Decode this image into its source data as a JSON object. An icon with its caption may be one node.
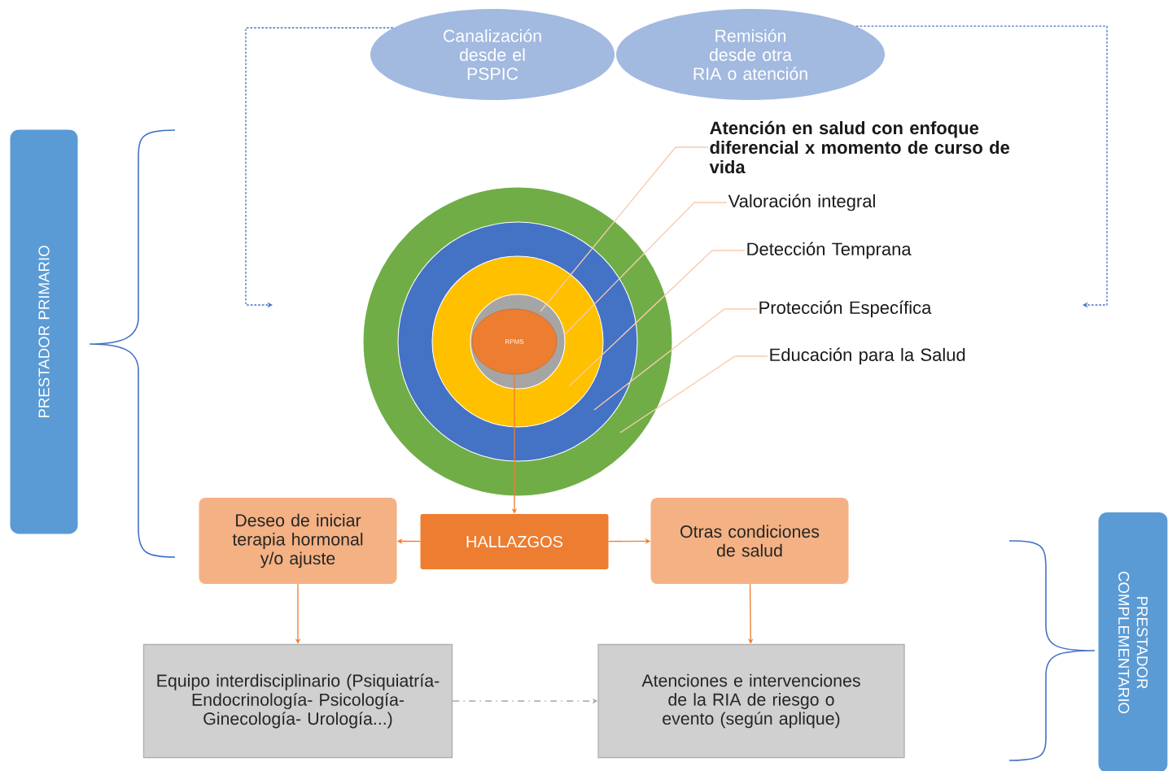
{
  "diagram": {
    "nodes": [
      {
        "text": [
          "Canalización desde el PSPIC"
        ]
      },
      {
        "text": [
          "Remisión desde otra RIA o atención"
        ]
      },
      {
        "text": [],
        "shape": "circle"
      },
      {
        "text": [],
        "shape": "circle",
        "in": 2
      },
      {
        "text": [],
        "shape": "circle",
        "in": 3
      },
      {
        "text": [],
        "shape": "circle",
        "in": 4
      },
      {
        "text": [
          "RPMS"
        ],
        "in": 5
      },
      {
        "text": [
          "Atención en salud con enfoque diferencial x momento de curso de vida"
        ]
      },
      {
        "text": [
          "Valoración integral"
        ]
      },
      {
        "text": [
          "Detección Temprana"
        ]
      },
      {
        "text": [
          "Protección Específica"
        ]
      },
      {
        "text": [
          "Educación para la Salud"
        ]
      },
      {
        "text": [
          "HALLAZGOS"
        ]
      },
      {
        "text": [
          "Deseo de iniciar terapia hormonal y/o ajuste"
        ]
      },
      {
        "text": [
          "Otras condiciones de salud"
        ]
      },
      {
        "text": [
          "Equipo interdisciplinario (Psiquiatría- Endocrinología- Psicología- Ginecología- Urología...)"
        ]
      },
      {
        "text": [
          "Atenciones e intervenciones de la RIA de riesgo o evento (según aplique)"
        ]
      },
      {
        "text": [
          "PRESTADOR  PRIMARIO"
        ]
      },
      {
        "text": [
          "PRESTADOR COMPLEMENTARIO"
        ]
      }
    ],
    "edges": [
      {
        "from": 0,
        "to": null,
        "arrow": "to",
        "style": "dashed",
        "color": "#4472c4"
      },
      {
        "from": 1,
        "to": null,
        "arrow": "to",
        "style": "dashed",
        "color": "#4472c4"
      },
      {
        "from": 7,
        "to": 6,
        "arrow": "none",
        "color": "#f8cbad"
      },
      {
        "from": 8,
        "to": 5,
        "arrow": "none",
        "color": "#f8cbad"
      },
      {
        "from": 9,
        "to": 4,
        "arrow": "none",
        "color": "#f8cbad"
      },
      {
        "from": 10,
        "to": 3,
        "arrow": "none",
        "color": "#f8cbad"
      },
      {
        "from": 11,
        "to": 2,
        "arrow": "none",
        "color": "#f8cbad"
      },
      {
        "from": 6,
        "to": 12,
        "arrow": "to",
        "color": "#ed7d31"
      },
      {
        "from": 12,
        "to": 13,
        "arrow": "to",
        "color": "#ed7d31"
      },
      {
        "from": 12,
        "to": 14,
        "arrow": "to",
        "color": "#ed7d31"
      },
      {
        "from": 13,
        "to": 15,
        "arrow": "to",
        "color": "#ed7d31"
      },
      {
        "from": 14,
        "to": 16,
        "arrow": "to",
        "color": "#ed7d31"
      },
      {
        "from": 15,
        "to": 16,
        "arrow": "to",
        "style": "dashed",
        "color": "#a6a6a6"
      }
    ]
  }
}
